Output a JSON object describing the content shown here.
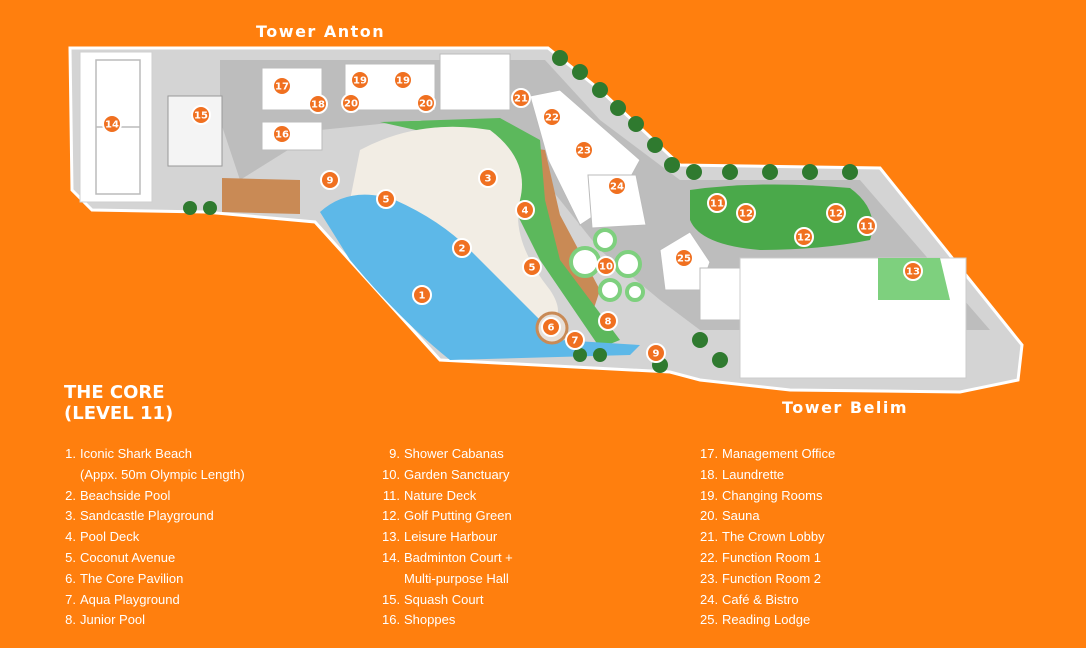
{
  "towers": {
    "anton": "Tower Anton",
    "belim": "Tower Belim"
  },
  "title": {
    "line1": "THE CORE",
    "line2": "(LEVEL 11)"
  },
  "legend": {
    "col1": [
      {
        "num": "1.",
        "text": "Iconic Shark Beach"
      },
      {
        "num": "",
        "text": "(Appx. 50m Olympic Length)"
      },
      {
        "num": "2.",
        "text": "Beachside Pool"
      },
      {
        "num": "3.",
        "text": "Sandcastle Playground"
      },
      {
        "num": "4.",
        "text": "Pool Deck"
      },
      {
        "num": "5.",
        "text": "Coconut Avenue"
      },
      {
        "num": "6.",
        "text": "The Core Pavilion"
      },
      {
        "num": "7.",
        "text": "Aqua Playground"
      },
      {
        "num": "8.",
        "text": "Junior Pool"
      }
    ],
    "col2": [
      {
        "num": "9.",
        "text": "Shower Cabanas"
      },
      {
        "num": "10.",
        "text": "Garden Sanctuary"
      },
      {
        "num": "11.",
        "text": "Nature Deck"
      },
      {
        "num": "12.",
        "text": "Golf Putting Green"
      },
      {
        "num": "13.",
        "text": "Leisure Harbour"
      },
      {
        "num": "14.",
        "text": "Badminton Court +"
      },
      {
        "num": "",
        "text": "Multi-purpose Hall"
      },
      {
        "num": "15.",
        "text": "Squash Court"
      },
      {
        "num": "16.",
        "text": "Shoppes"
      }
    ],
    "col3": [
      {
        "num": "17.",
        "text": "Management Office"
      },
      {
        "num": "18.",
        "text": "Laundrette"
      },
      {
        "num": "19.",
        "text": "Changing Rooms"
      },
      {
        "num": "20.",
        "text": "Sauna"
      },
      {
        "num": "21.",
        "text": "The Crown Lobby"
      },
      {
        "num": "22.",
        "text": "Function Room 1"
      },
      {
        "num": "23.",
        "text": "Function Room 2"
      },
      {
        "num": "24.",
        "text": "Café & Bistro"
      },
      {
        "num": "25.",
        "text": "Reading Lodge"
      }
    ]
  },
  "markers": [
    "1",
    "2",
    "3",
    "4",
    "5",
    "5",
    "6",
    "7",
    "8",
    "9",
    "9",
    "10",
    "11",
    "11",
    "12",
    "12",
    "12",
    "13",
    "14",
    "15",
    "16",
    "17",
    "18",
    "19",
    "19",
    "20",
    "20",
    "21",
    "22",
    "23",
    "24",
    "25"
  ],
  "colors": {
    "background": "#ff7f0e",
    "marker": "#f07020",
    "pool": "#5db8e8",
    "sand": "#f2ede4",
    "deck": "#c98a55",
    "grass": "#5cb85c",
    "path": "#b0b0b0"
  }
}
